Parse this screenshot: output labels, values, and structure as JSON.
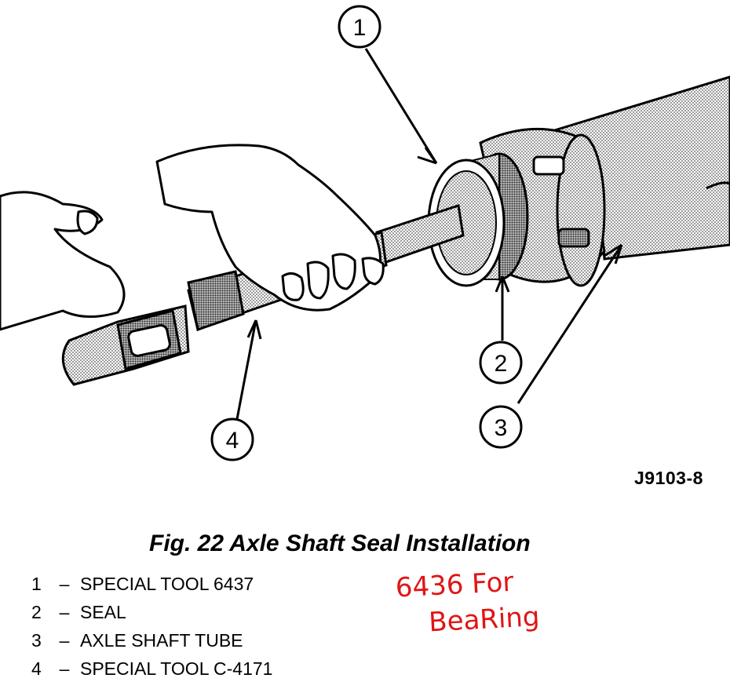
{
  "figure": {
    "code": "J9103-8",
    "caption": "Fig. 22 Axle Shaft Seal Installation",
    "callouts": [
      "1",
      "2",
      "3",
      "4"
    ]
  },
  "legend": [
    {
      "num": "1",
      "label": "SPECIAL TOOL 6437"
    },
    {
      "num": "2",
      "label": "SEAL"
    },
    {
      "num": "3",
      "label": "AXLE SHAFT TUBE"
    },
    {
      "num": "4",
      "label": "SPECIAL TOOL C-4171"
    }
  ],
  "handwritten_note": {
    "line1": "6436 For",
    "line2": "BeaRing",
    "color": "#e01515"
  }
}
